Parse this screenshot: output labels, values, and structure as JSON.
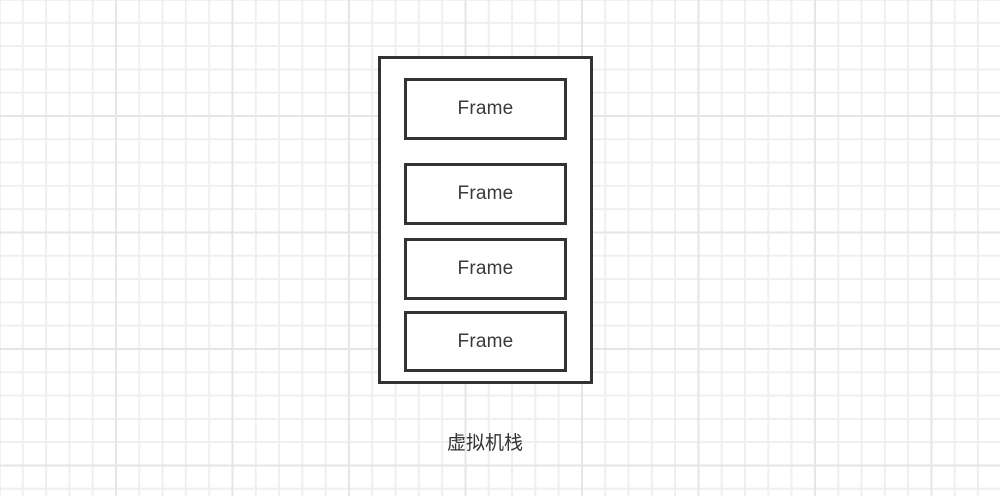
{
  "diagram": {
    "type": "stack-diagram",
    "background": "grid",
    "stack": {
      "label": "虚拟机栈",
      "frames": [
        {
          "label": "Frame"
        },
        {
          "label": "Frame"
        },
        {
          "label": "Frame"
        },
        {
          "label": "Frame"
        }
      ]
    },
    "colors": {
      "stroke": "#333333",
      "text": "#3a3a3a",
      "grid_line": "#efefef",
      "background": "#ffffff"
    }
  }
}
